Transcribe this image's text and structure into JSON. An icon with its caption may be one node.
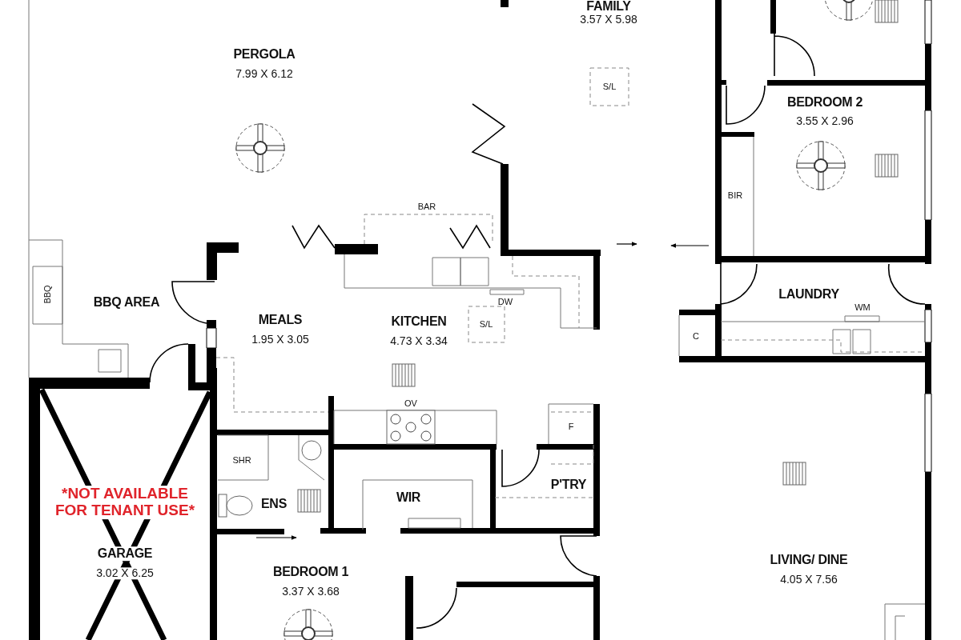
{
  "diagram": {
    "labels": [
      "FAMILY",
      "3.57 X 5.98",
      "PERGOLA",
      "7.99 X 6.12",
      "S/L",
      "BEDROOM 2",
      "3.55 X 2.96",
      "BAR",
      "BIR",
      "BBQ",
      "LAUNDRY",
      "BBQ AREA",
      "DW",
      "WM",
      "MEALS",
      "1.95 X 3.05",
      "KITCHEN",
      "4.73 X 3.34",
      "C",
      "S/L",
      "OV",
      "F",
      "SHR",
      "*NOT AVAILABLE FOR TENANT USE*",
      "P'TRY",
      "WIR",
      "ENS",
      "GARAGE",
      "3.02 X 6.25",
      "LIVING/ DINE",
      "4.05 X 7.56",
      "BEDROOM 1",
      "3.37 X 3.68"
    ]
  }
}
